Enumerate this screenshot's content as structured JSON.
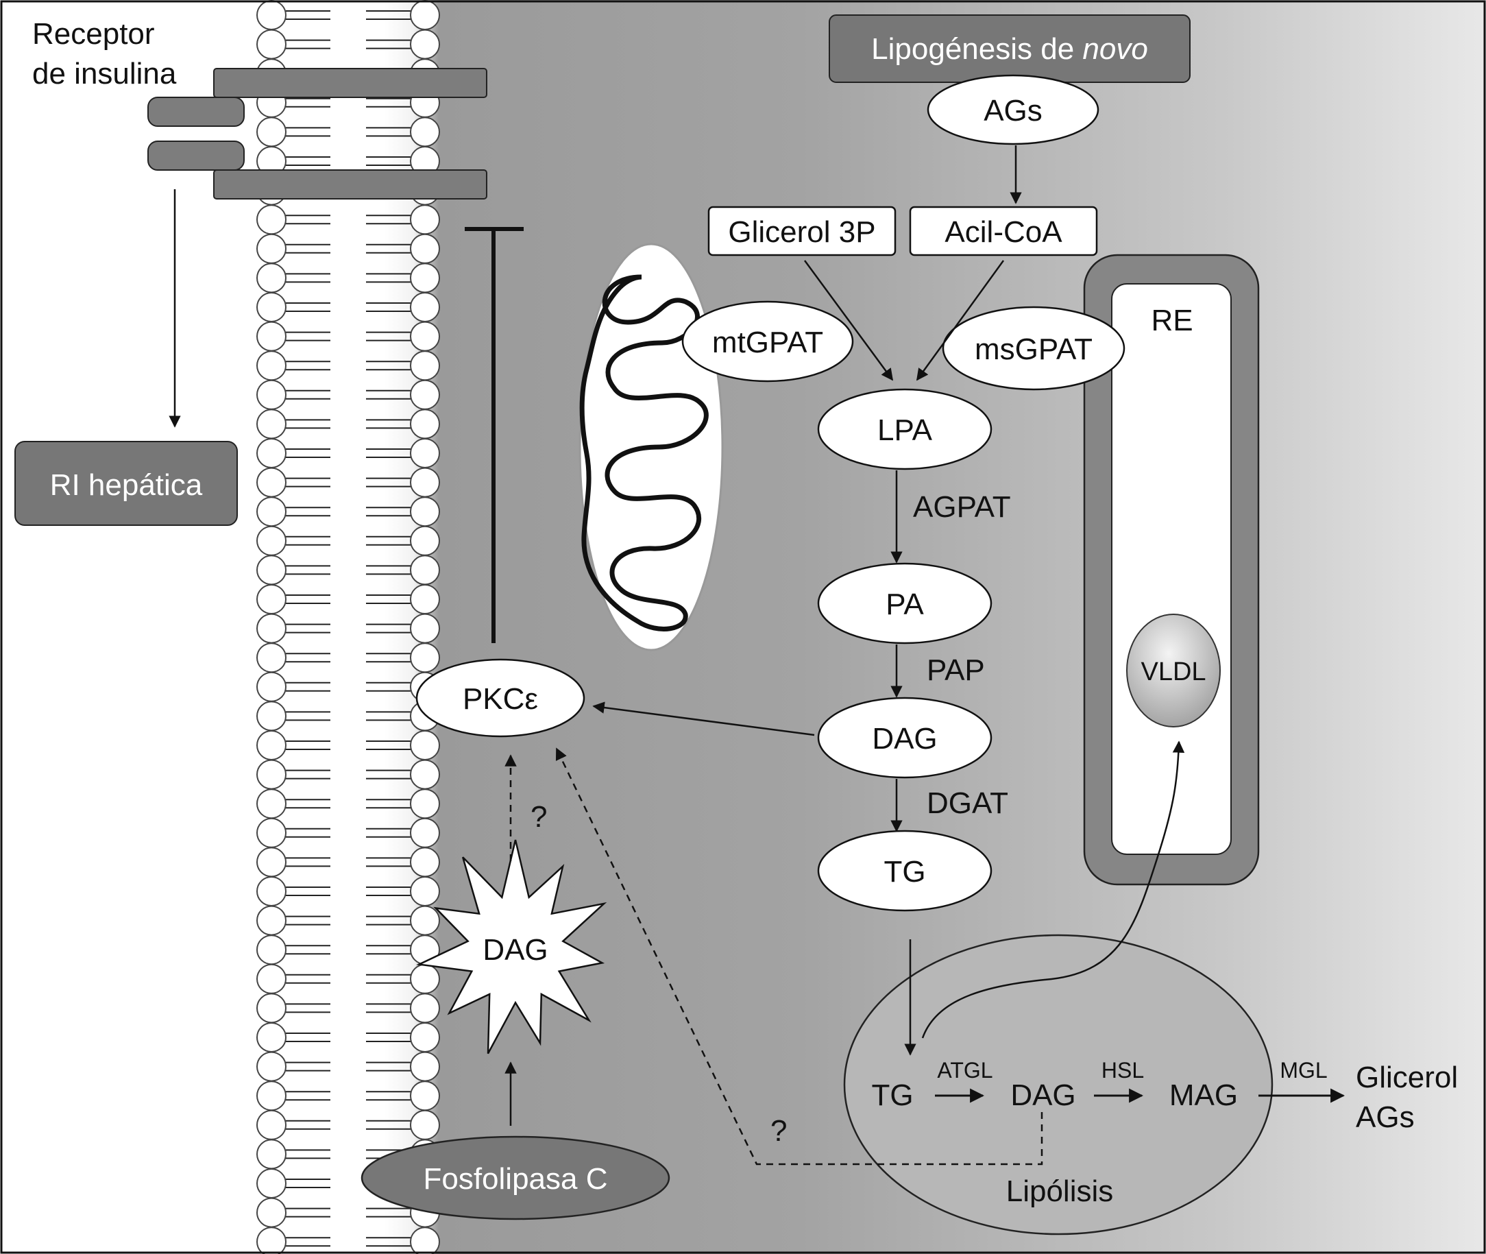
{
  "receptor_label_line1": "Receptor",
  "receptor_label_line2": "de insulina",
  "ri_hepatica": "RI hepática",
  "lipogenesis_prefix": "Lipogénesis de ",
  "lipogenesis_italic": "novo",
  "ags_top": "AGs",
  "glicerol3p": "Glicerol 3P",
  "acilcoa": "Acil-CoA",
  "mtgpat": "mtGPAT",
  "msgpat": "msGPAT",
  "re": "RE",
  "lpa": "LPA",
  "agpat": "AGPAT",
  "pa": "PA",
  "pap": "PAP",
  "dag_main": "DAG",
  "dgat": "DGAT",
  "tg_main": "TG",
  "vldl": "VLDL",
  "pkce": "PKCε",
  "question1": "?",
  "question2": "?",
  "dag_star": "DAG",
  "fosfolipasa": "Fosfolipasa C",
  "lipolisis": {
    "tg": "TG",
    "atgl": "ATGL",
    "dag": "DAG",
    "hsl": "HSL",
    "mag": "MAG",
    "mgl": "MGL",
    "label": "Lipólisis"
  },
  "glicerol_out": "Glicerol",
  "ags_out": "AGs",
  "colors": {
    "cytoplasm_dark": "#9b9b9b",
    "cytoplasm_light": "#e6e6e6",
    "box_dark": "#777777",
    "lipolysis_fill": "#b7b7b7",
    "re_wall": "#868686"
  }
}
